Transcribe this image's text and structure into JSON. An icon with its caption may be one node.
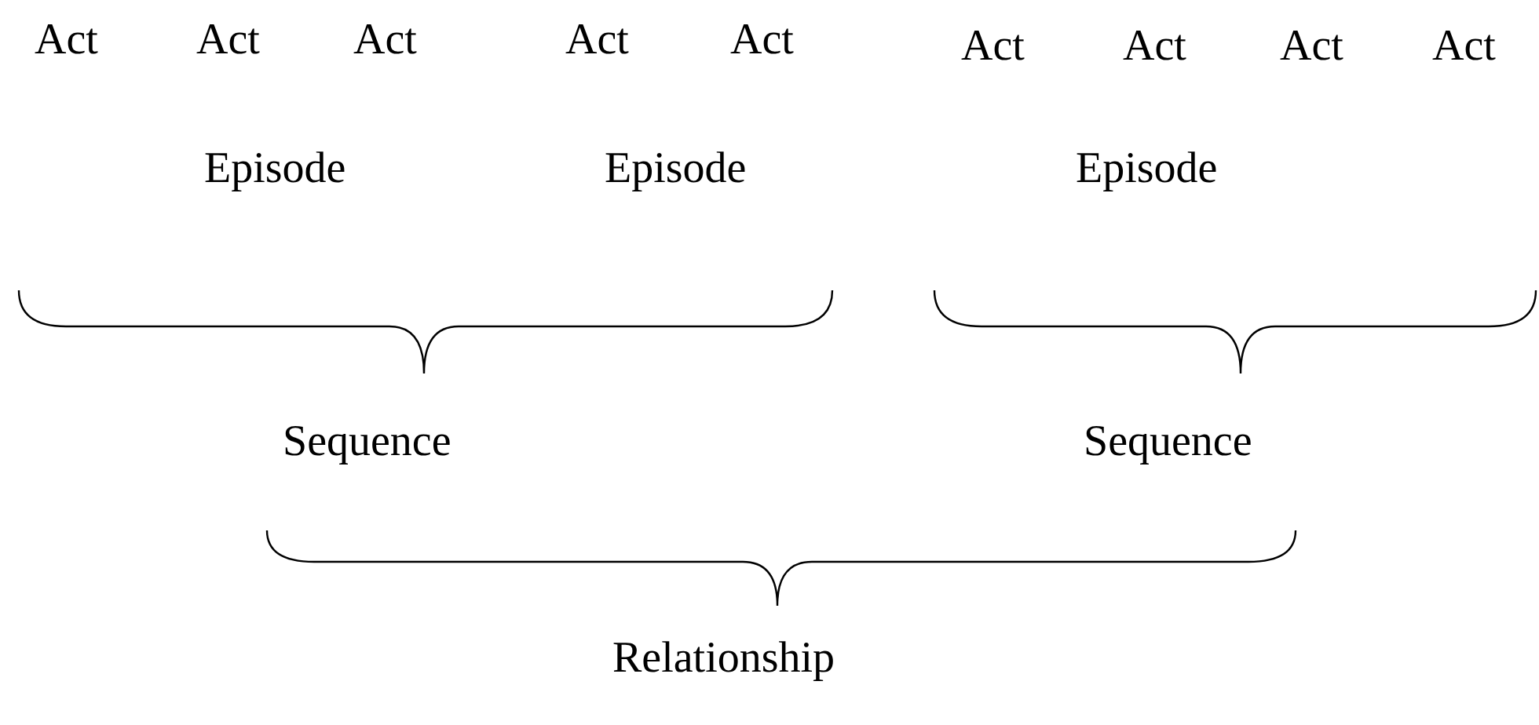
{
  "diagram": {
    "labels": [
      "Act",
      "Act",
      "Act",
      "Act",
      "Act",
      "Act",
      "Act",
      "Act",
      "Act",
      "Episode",
      "Episode",
      "Episode",
      "Sequence",
      "Sequence",
      "Relationship"
    ]
  }
}
